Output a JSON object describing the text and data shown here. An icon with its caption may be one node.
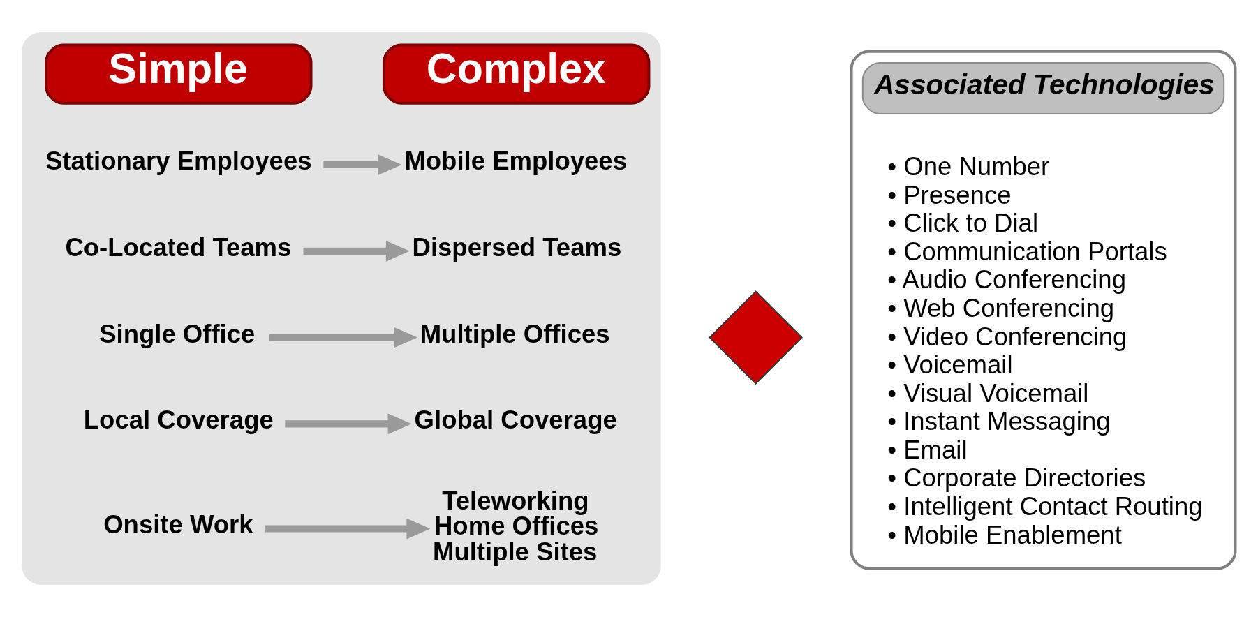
{
  "diagram": {
    "nodes": [
      {
        "text": [],
        "shape": "box"
      },
      {
        "text": [
          "Simple"
        ],
        "in": 0
      },
      {
        "text": [
          "Complex"
        ],
        "in": 0
      },
      {
        "text": [
          "Stationary Employees"
        ],
        "in": 0
      },
      {
        "text": [
          "Mobile Employees"
        ],
        "in": 0
      },
      {
        "text": [
          "Co-Located Teams"
        ],
        "in": 0
      },
      {
        "text": [
          "Dispersed Teams"
        ],
        "in": 0
      },
      {
        "text": [
          "Single Office"
        ],
        "in": 0
      },
      {
        "text": [
          "Multiple Offices"
        ],
        "in": 0
      },
      {
        "text": [
          "Local Coverage"
        ],
        "in": 0
      },
      {
        "text": [
          "Global Coverage"
        ],
        "in": 0
      },
      {
        "text": [
          "Onsite Work"
        ],
        "in": 0
      },
      {
        "text": [
          "Teleworking",
          "Home Offices",
          "Multiple Sites"
        ],
        "in": 0
      },
      {
        "text": [],
        "shape": "diamond"
      },
      {
        "text": [],
        "shape": "box"
      },
      {
        "text": [
          "Associated Technologies"
        ],
        "in": 14
      },
      {
        "text": [
          "• One Number",
          "• Presence",
          "• Click to Dial",
          "• Communication Portals",
          "• Audio Conferencing",
          "• Web Conferencing",
          "• Video Conferencing",
          "• Voicemail",
          "• Visual Voicemail",
          "• Instant Messaging",
          "• Email",
          "• Corporate Directories",
          "• Intelligent Contact Routing",
          "• Mobile Enablement"
        ],
        "in": 14
      }
    ],
    "edges": [
      {
        "from": 3,
        "to": 4,
        "arrow": "to"
      },
      {
        "from": 5,
        "to": 6,
        "arrow": "to"
      },
      {
        "from": 7,
        "to": 8,
        "arrow": "to"
      },
      {
        "from": 9,
        "to": 10,
        "arrow": "to"
      },
      {
        "from": 11,
        "to": 12,
        "arrow": "to"
      }
    ]
  }
}
